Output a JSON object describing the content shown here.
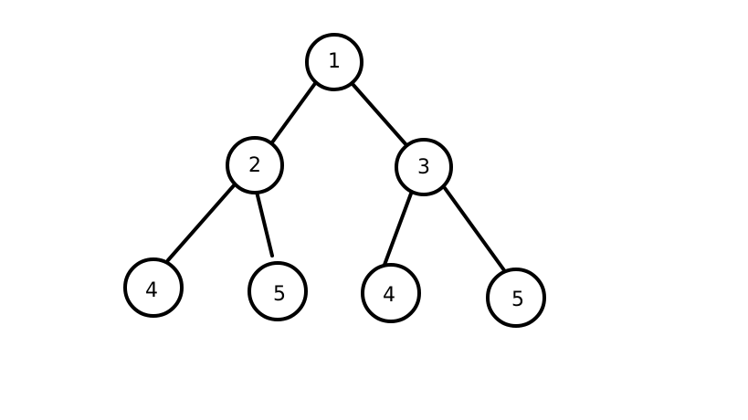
{
  "diagram": {
    "type": "tree",
    "nodes": [
      {
        "id": "n1",
        "label": "1"
      },
      {
        "id": "n2",
        "label": "2"
      },
      {
        "id": "n3",
        "label": "3"
      },
      {
        "id": "n4",
        "label": "4"
      },
      {
        "id": "n5",
        "label": "5"
      },
      {
        "id": "n6",
        "label": "4"
      },
      {
        "id": "n7",
        "label": "5"
      }
    ],
    "edges": [
      {
        "from": "n1",
        "to": "n2"
      },
      {
        "from": "n1",
        "to": "n3"
      },
      {
        "from": "n2",
        "to": "n4"
      },
      {
        "from": "n2",
        "to": "n5"
      },
      {
        "from": "n3",
        "to": "n6"
      },
      {
        "from": "n3",
        "to": "n7"
      }
    ],
    "colors": {
      "stroke": "#000000",
      "fill": "#ffffff"
    }
  }
}
